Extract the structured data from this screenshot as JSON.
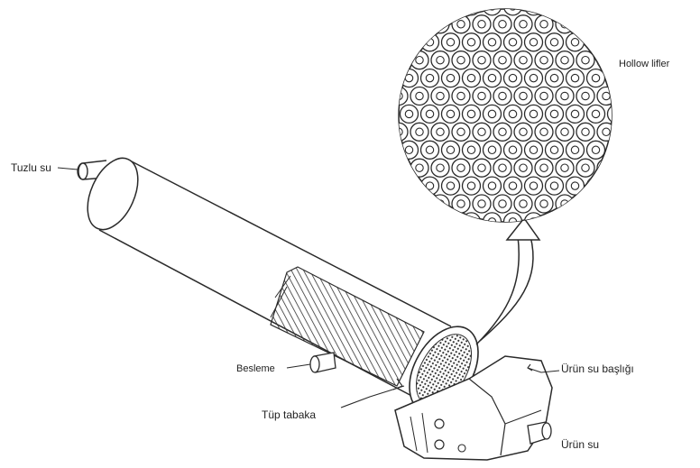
{
  "labels": {
    "hollow_fiber": "Hollow lifler",
    "brine": "Tuzlu su",
    "feed": "Besleme",
    "tube_sheet": "Tüp tabaka",
    "product_header": "Ürün su başlığı",
    "product_water": "Ürün su"
  },
  "colors": {
    "line": "#2a2a2a",
    "background": "#ffffff"
  }
}
